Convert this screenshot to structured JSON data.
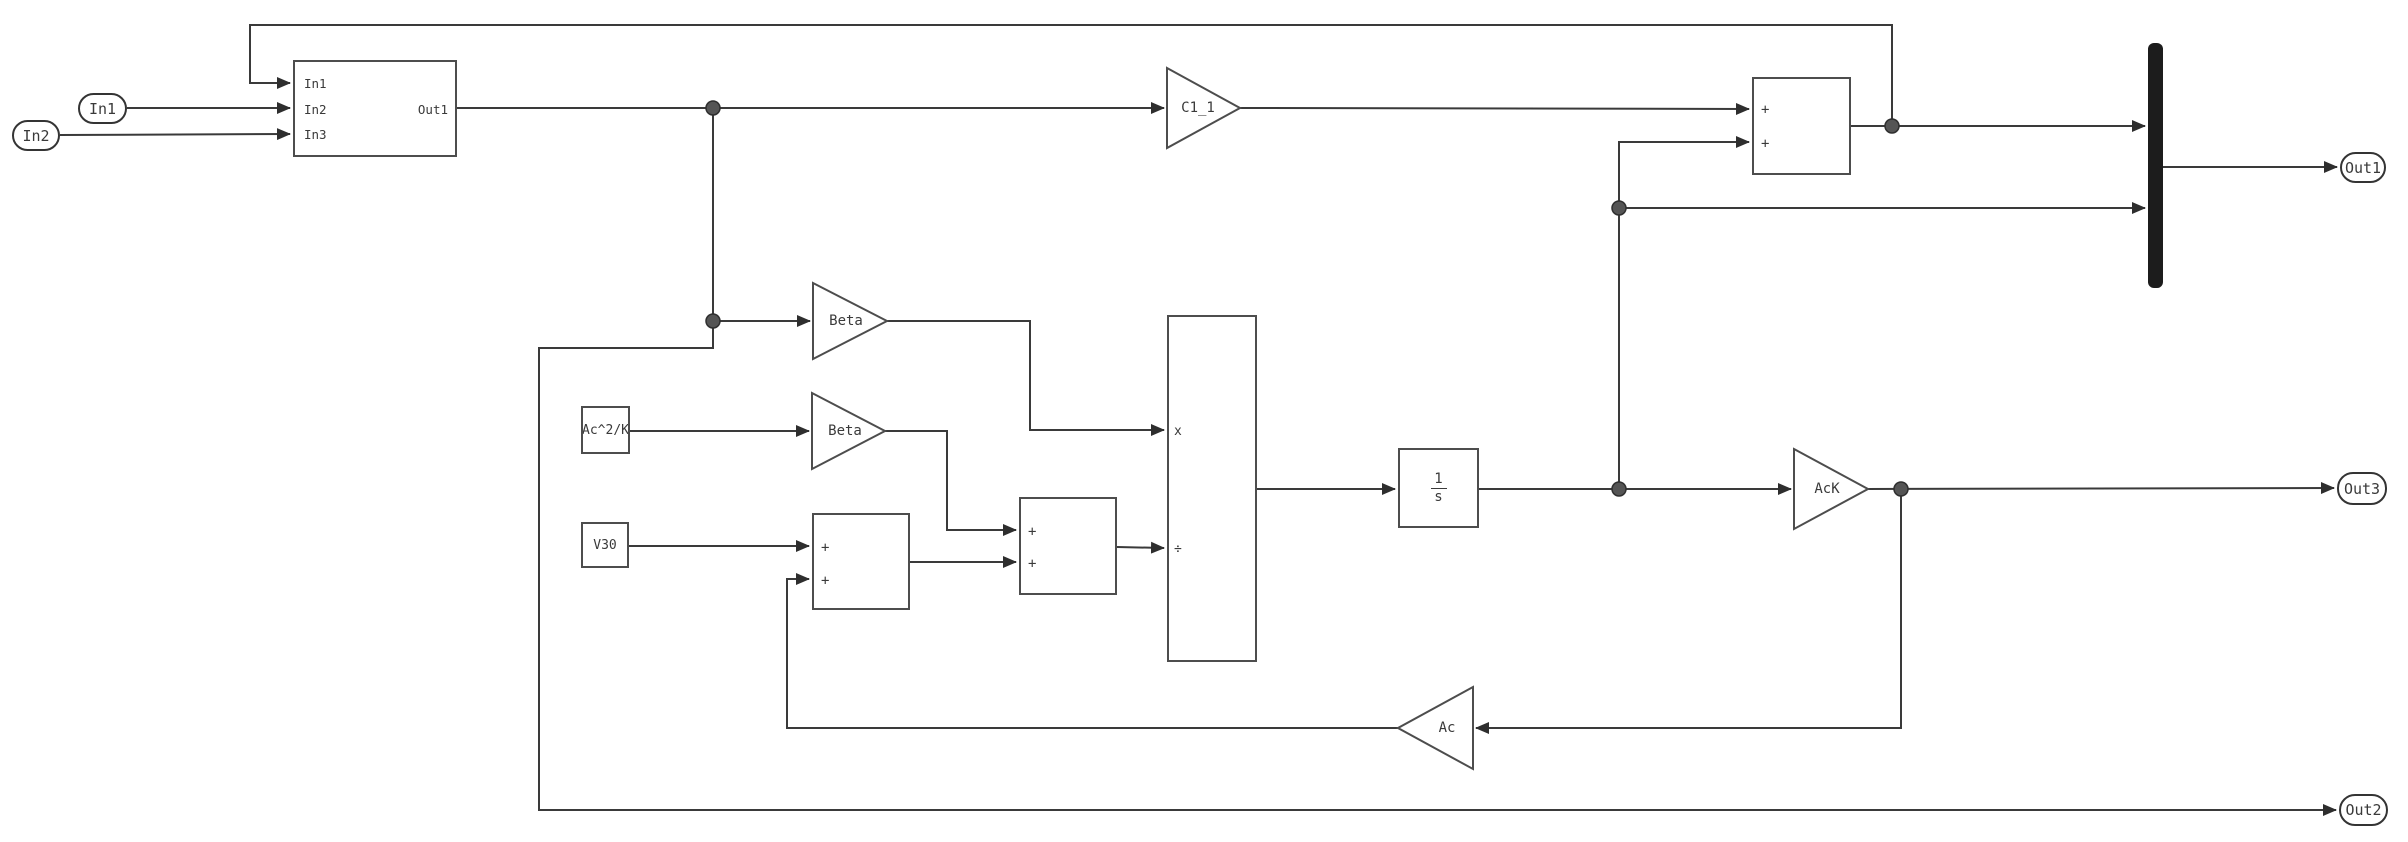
{
  "colors": {
    "background": "#ffffff",
    "wire": "#3a3a3a",
    "block_border": "#4d4d4d",
    "mux_fill": "#1c1c1c",
    "text": "#3a3a3a"
  },
  "input_ports": [
    {
      "label": "In1"
    },
    {
      "label": "In2"
    }
  ],
  "output_ports": [
    {
      "label": "Out1"
    },
    {
      "label": "Out2"
    },
    {
      "label": "Out3"
    }
  ],
  "subsystem": {
    "ports_in": [
      "In1",
      "In2",
      "In3"
    ],
    "port_out": "Out1"
  },
  "gains": {
    "c1_1": {
      "label": "C1_1"
    },
    "beta_upper": {
      "label": "Beta"
    },
    "beta_lower": {
      "label": "Beta"
    },
    "ack": {
      "label": "AcK"
    },
    "ac": {
      "label": "Ac"
    }
  },
  "constants": {
    "ac2k": {
      "label": "Ac^2/K"
    },
    "v30": {
      "label": "V30"
    }
  },
  "integrator": {
    "numerator": "1",
    "denominator": "s"
  },
  "operators": {
    "plus": "+",
    "multiply": "x",
    "divide": "÷"
  }
}
